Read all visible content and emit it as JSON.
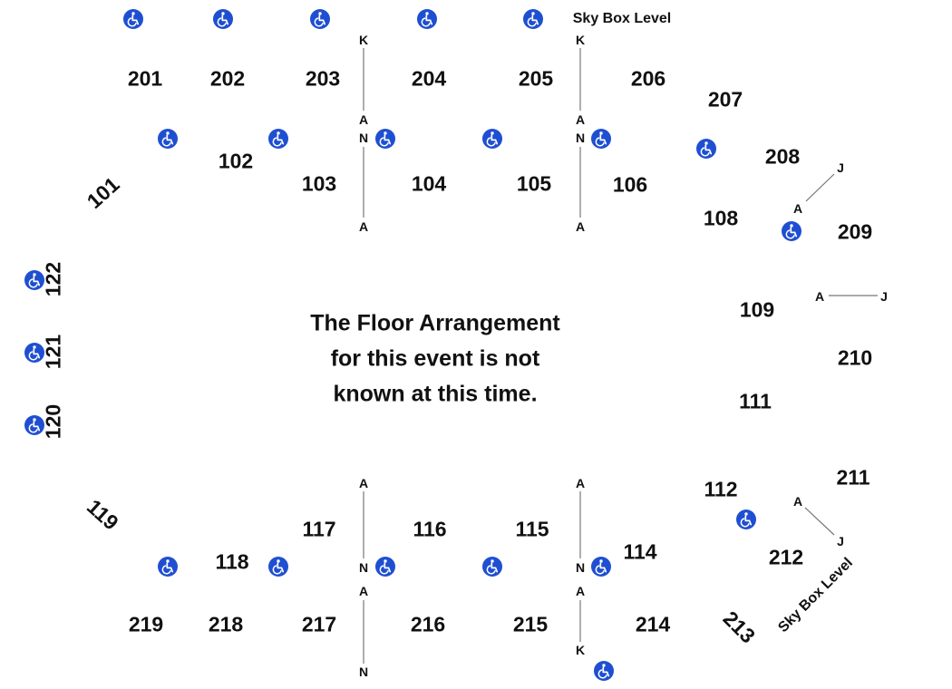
{
  "floor_message": [
    "The Floor Arrangement",
    "for this event is not",
    "known at this time."
  ],
  "sky_box_labels": [
    "Sky Box Level",
    "Sky Box Level"
  ],
  "accessibility_icon": "wheelchair-icon",
  "accessibility_color": "#1f4fd1",
  "sections": {
    "upper": [
      "201",
      "202",
      "203",
      "204",
      "205",
      "206",
      "207",
      "208",
      "209",
      "210",
      "211",
      "212",
      "213",
      "214",
      "215",
      "216",
      "217",
      "218",
      "219"
    ],
    "lower": [
      "101",
      "102",
      "103",
      "104",
      "105",
      "106",
      "108",
      "109",
      "111",
      "112",
      "114",
      "115",
      "116",
      "117",
      "118",
      "119",
      "120",
      "121",
      "122"
    ]
  },
  "row_labels": {
    "top_left_aisle": [
      "K",
      "A",
      "N",
      "A"
    ],
    "top_right_aisle": [
      "K",
      "A",
      "N",
      "A"
    ],
    "bottom_left_aisle": [
      "A",
      "N",
      "A",
      "N"
    ],
    "bottom_right_aisle": [
      "A",
      "N",
      "A",
      "K"
    ],
    "right_upper_diag": [
      "J",
      "A"
    ],
    "right_mid": [
      "A",
      "J"
    ],
    "right_lower_diag": [
      "A",
      "J"
    ]
  }
}
